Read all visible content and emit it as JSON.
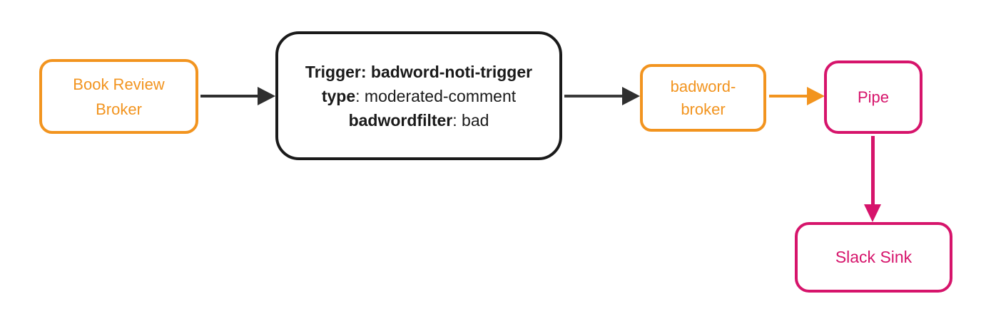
{
  "diagram": {
    "nodes": {
      "book_review_broker": {
        "label": "Book Review Broker",
        "color": "#F2941F"
      },
      "trigger": {
        "line1": "Trigger: badword-noti-trigger",
        "line2_key": "type",
        "line2_value": ": moderated-comment",
        "line3_key": "badwordfilter",
        "line3_value": ": bad",
        "color": "#1A1A1A"
      },
      "badword_broker": {
        "label": "badword-broker",
        "color": "#F2941F"
      },
      "pipe": {
        "label": "Pipe",
        "color": "#D6146B"
      },
      "slack_sink": {
        "label": "Slack Sink",
        "color": "#D6146B"
      }
    },
    "edges": [
      {
        "from": "book_review_broker",
        "to": "trigger",
        "color": "#2F2F2F",
        "direction": "right"
      },
      {
        "from": "trigger",
        "to": "badword_broker",
        "color": "#2F2F2F",
        "direction": "right"
      },
      {
        "from": "badword_broker",
        "to": "pipe",
        "color": "#F2941F",
        "direction": "right"
      },
      {
        "from": "pipe",
        "to": "slack_sink",
        "color": "#D6146B",
        "direction": "down"
      }
    ],
    "colors": {
      "orange": "#F2941F",
      "pink": "#D6146B",
      "black": "#1A1A1A",
      "arrow_dark": "#2F2F2F",
      "background": "#FFFFFF"
    }
  }
}
